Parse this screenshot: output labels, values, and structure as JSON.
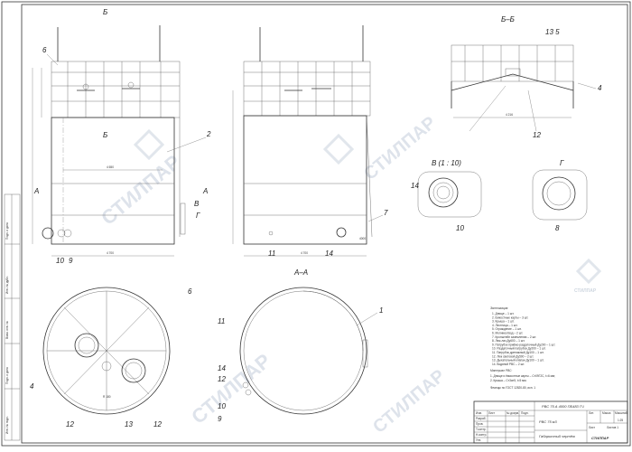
{
  "drawing": {
    "section_bb": "Б–Б",
    "section_aa": "А–А",
    "view_v": "В (1 : 10)",
    "view_g": "Г",
    "cut_b": "Б",
    "cut_a": "А",
    "cut_v": "В",
    "cut_g": "Г"
  },
  "callouts": {
    "c1": "1",
    "c2": "2",
    "c4": "4",
    "c6": "6",
    "c7": "7",
    "c8": "8",
    "c9": "9",
    "c10": "10",
    "c11": "11",
    "c12": "12",
    "c13": "13",
    "c14": "14",
    "c13_5": "13  5"
  },
  "dimensions": {
    "bb_width": "4 216",
    "front_base": "4 700",
    "front_inner": "4 650",
    "side_base": "4 700",
    "angle": "R 180",
    "side_height": "4000"
  },
  "spec": {
    "title": "Экспликация:",
    "items": [
      "1. Днище – 1 шт.",
      "2. Ёмкостные карты – 3 шт.",
      "3. Крыша – 1 шт.",
      "4. Лестница – 1 шт.",
      "5. Ограждение – 1 шт.",
      "6. Молниеотвод – 2 шт.",
      "7. Кронштейн заземления – 2 шт.",
      "8. Люк-лаз Ду600 – 1 шт.",
      "9. Патрубок приёмо-раздаточный Ду200 – 1 шт.",
      "10. Раздаточный патрубок Ду200 – 1 шт.",
      "11. Патрубок дренажный Ду100 – 1 шт.",
      "12. Люк световой Ду500 – 2 шт.",
      "13. Дыхательный клапан Ду100 – 1 шт.",
      "14. Водяной РВС – 2 шт."
    ],
    "material_title": "Материал РВС:",
    "material": [
      "1. Днище и ёмкостные карты – Ст09Г2С, t=6 мм;",
      "2. Крыша – Ст3сп5, t=5 мм."
    ],
    "note": "Фланцы по ГОСТ 12820-80, исп. 1"
  },
  "title_block": {
    "doc_code": "РВС 75 А 4000 ПБ483 ГЧ",
    "name": "РВС 75 м3",
    "subtitle": "Габаритный чертёж",
    "scale": "1:25",
    "company": "СТИЛПАР",
    "rows": [
      "Изм.",
      "Лист",
      "№ докум.",
      "Подп.",
      "Дата"
    ],
    "roles": [
      "Разраб.",
      "Пров.",
      "Т.контр.",
      "Н.контр.",
      "Утв."
    ],
    "col_lit": "Лит.",
    "col_mass": "Масса",
    "col_scale": "Масштаб",
    "sheet": "Лист",
    "sheets": "Листов 1"
  },
  "watermark": {
    "text": "СТИЛПАР"
  },
  "side_stamp": {
    "lines": [
      "Инв. № подл.",
      "Подп. и дата",
      "Взам. инв. №",
      "Инв. № дубл.",
      "Подп. и дата"
    ]
  }
}
